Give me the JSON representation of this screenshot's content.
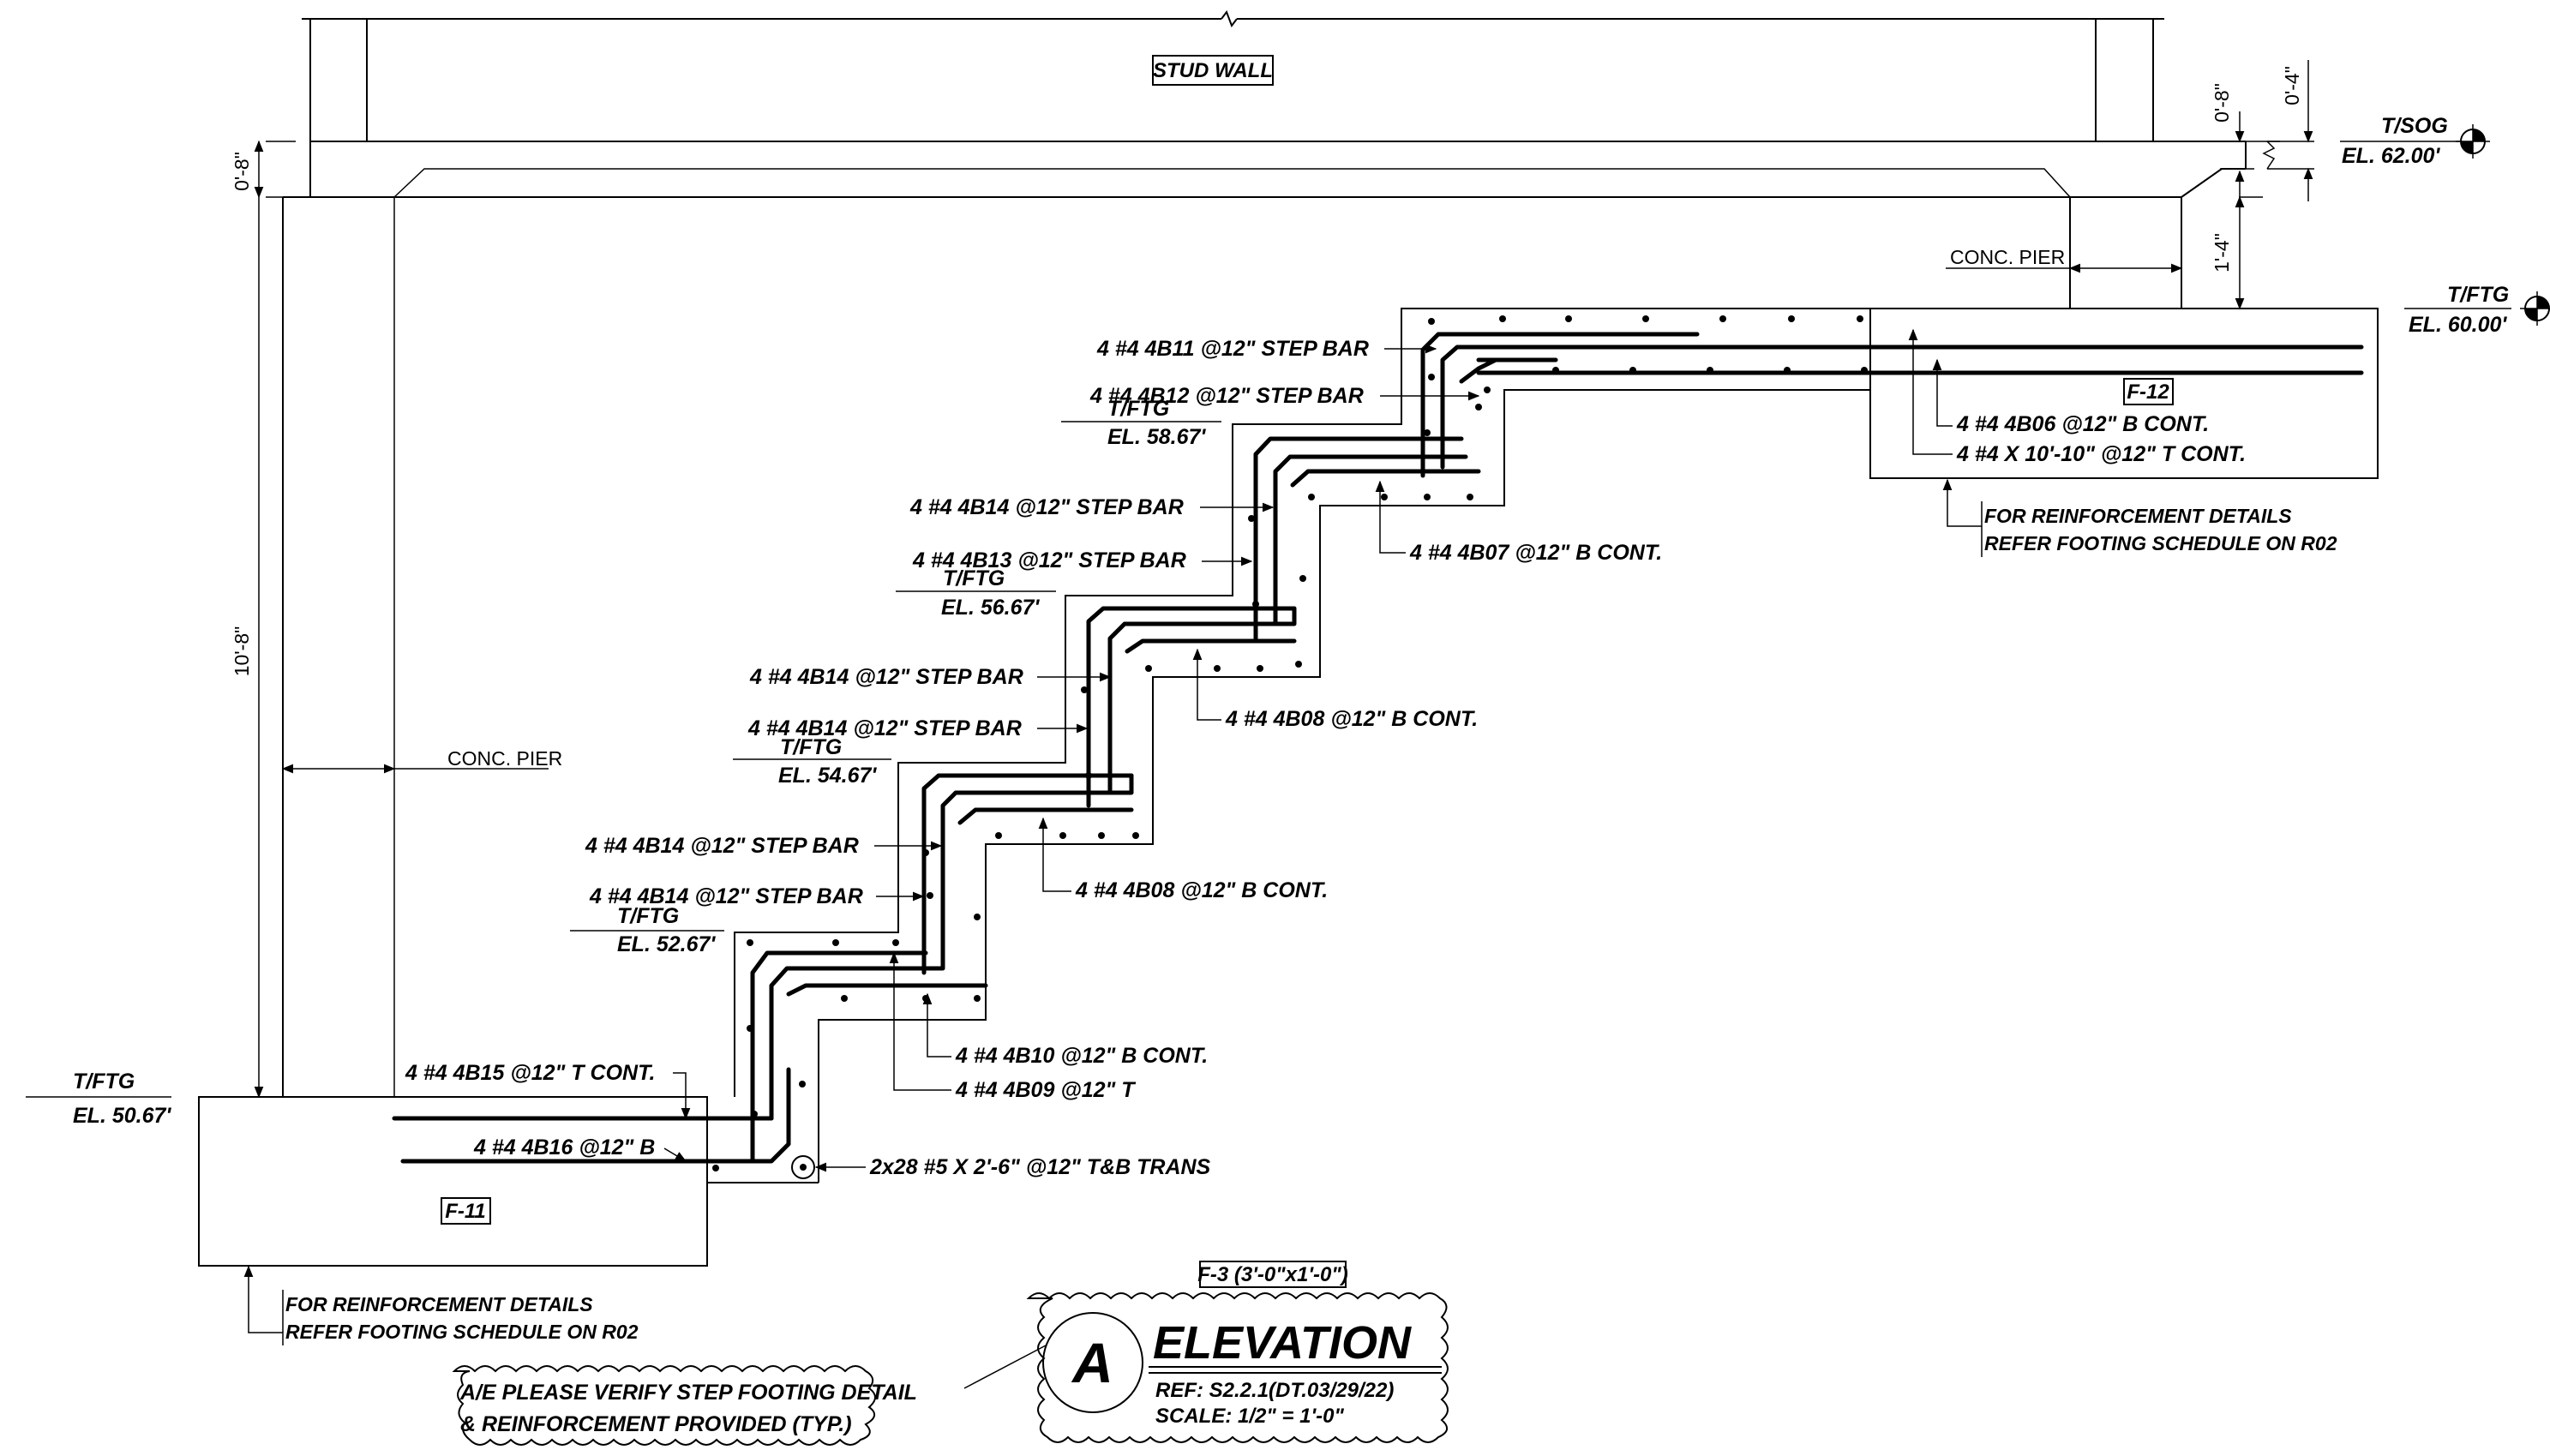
{
  "labels": {
    "stud_wall": "STUD WALL",
    "conc_pier": "CONC. PIER",
    "f11": "F-11",
    "f12": "F-12",
    "f3": "F-3 (3'-0\"x1'-0\")",
    "elevations": [
      {
        "tag": "T/FTG",
        "el": "EL. 50.67'"
      },
      {
        "tag": "T/FTG",
        "el": "EL. 52.67'"
      },
      {
        "tag": "T/FTG",
        "el": "EL. 54.67'"
      },
      {
        "tag": "T/FTG",
        "el": "EL. 56.67'"
      },
      {
        "tag": "T/FTG",
        "el": "EL. 58.67'"
      },
      {
        "tag": "T/FTG",
        "el": "EL. 60.00'"
      },
      {
        "tag": "T/SOG",
        "el": "EL. 62.00'"
      }
    ],
    "dims": {
      "d1": "0'-8\"",
      "d2": "10'-8\"",
      "d3": "0'-8\"",
      "d4": "0'-4\"",
      "d5": "1'-4\""
    },
    "callouts": {
      "c_4b11": "4 #4 4B11 @12\" STEP BAR",
      "c_4b12": "4 #4 4B12 @12\" STEP BAR",
      "c_4b14_a": "4 #4 4B14 @12\" STEP BAR",
      "c_4b13": "4 #4 4B13 @12\" STEP BAR",
      "c_4b14_b": "4 #4 4B14 @12\" STEP BAR",
      "c_4b14_c": "4 #4 4B14 @12\" STEP BAR",
      "c_4b14_d": "4 #4 4B14 @12\" STEP BAR",
      "c_4b14_e": "4 #4 4B14 @12\" STEP BAR",
      "c_4b15": "4 #4 4B15 @12\" T CONT.",
      "c_4b16": "4 #4 4B16 @12\" B",
      "c_4b07": "4 #4 4B07 @12\" B CONT.",
      "c_4b08_a": "4 #4 4B08 @12\" B CONT.",
      "c_4b08_b": "4 #4 4B08 @12\" B CONT.",
      "c_4b10": "4 #4 4B10 @12\" B CONT.",
      "c_4b09": "4 #4 4B09 @12\" T",
      "c_trans": "2x28 #5 X 2'-6\"  @12\" T&B TRANS",
      "c_4b06": "4 #4 4B06 @12\" B CONT.",
      "c_4x10": "4 #4 X 10'-10\" @12\" T CONT."
    },
    "notes": {
      "reinf_1": "FOR REINFORCEMENT DETAILS",
      "reinf_2": "REFER FOOTING SCHEDULE ON R02",
      "ae_1": "A/E PLEASE VERIFY STEP FOOTING DETAIL",
      "ae_2": "& REINFORCEMENT PROVIDED (TYP.)"
    },
    "title": {
      "letter": "A",
      "name": "ELEVATION",
      "ref": "REF: S2.2.1(DT.03/29/22)",
      "scale": "SCALE: 1/2\" = 1'-0\""
    }
  }
}
